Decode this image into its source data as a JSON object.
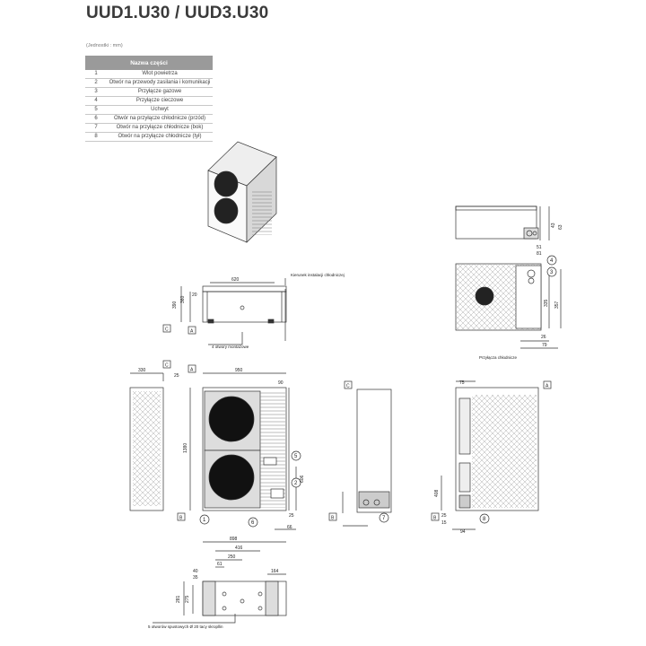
{
  "title": "UUD1.U30 / UUD3.U30",
  "units_note": "(Jednostki : mm)",
  "table": {
    "header": "Nazwa części",
    "rows": [
      {
        "num": "1",
        "name": "Wlot powietrza"
      },
      {
        "num": "2",
        "name": "Otwór na przewody zasilania i komunikacji"
      },
      {
        "num": "3",
        "name": "Przyłącze gazowe"
      },
      {
        "num": "4",
        "name": "Przyłącze cieczowe"
      },
      {
        "num": "5",
        "name": "Uchwyt"
      },
      {
        "num": "6",
        "name": "Otwór na przyłącze chłodnicze (przód)"
      },
      {
        "num": "7",
        "name": "Otwór na przyłącze chłodnicze (bok)"
      },
      {
        "num": "8",
        "name": "Otwór na przyłącze chłodnicze (tył)"
      }
    ]
  },
  "labels": {
    "refrigerant_direction": "Kierunek instalacji chłodniczej",
    "mounting_holes": "4 otwory montażowe",
    "refrigerant_connection": "Przyłącza chłodnicze",
    "drain_holes": "5 otworów spustowych Ø 20 tacy skropllin"
  },
  "dims": {
    "top_width": "620",
    "top_d1": "360",
    "top_d2": "390",
    "top_d3": "20",
    "front_w": "950",
    "front_h": "1380",
    "front_side": "90",
    "side_w": "330",
    "side_d": "25",
    "front_b1": "606",
    "front_b2": "25",
    "front_b3": "66",
    "right_top1": "43",
    "right_top2": "63",
    "right_top3": "51",
    "right_top4": "81",
    "right_r1": "335",
    "right_r2": "357",
    "right_r3": "26",
    "right_r4": "79",
    "rear_t": "75",
    "rear_r1": "408",
    "rear_b1": "94",
    "rear_b2": "25",
    "rear_b3": "15",
    "bottom_898": "898",
    "bottom_416": "416",
    "bottom_250": "250",
    "bottom_61": "61",
    "bottom_40": "40",
    "bottom_35": "35",
    "bottom_164": "164",
    "bottom_281": "281",
    "bottom_275": "275"
  },
  "markers": {
    "A": "A",
    "B": "B",
    "C": "C"
  },
  "callouts": {
    "c1": "1",
    "c2": "2",
    "c3": "3",
    "c4": "4",
    "c5": "5",
    "c6": "6",
    "c7": "7",
    "c8": "8"
  }
}
